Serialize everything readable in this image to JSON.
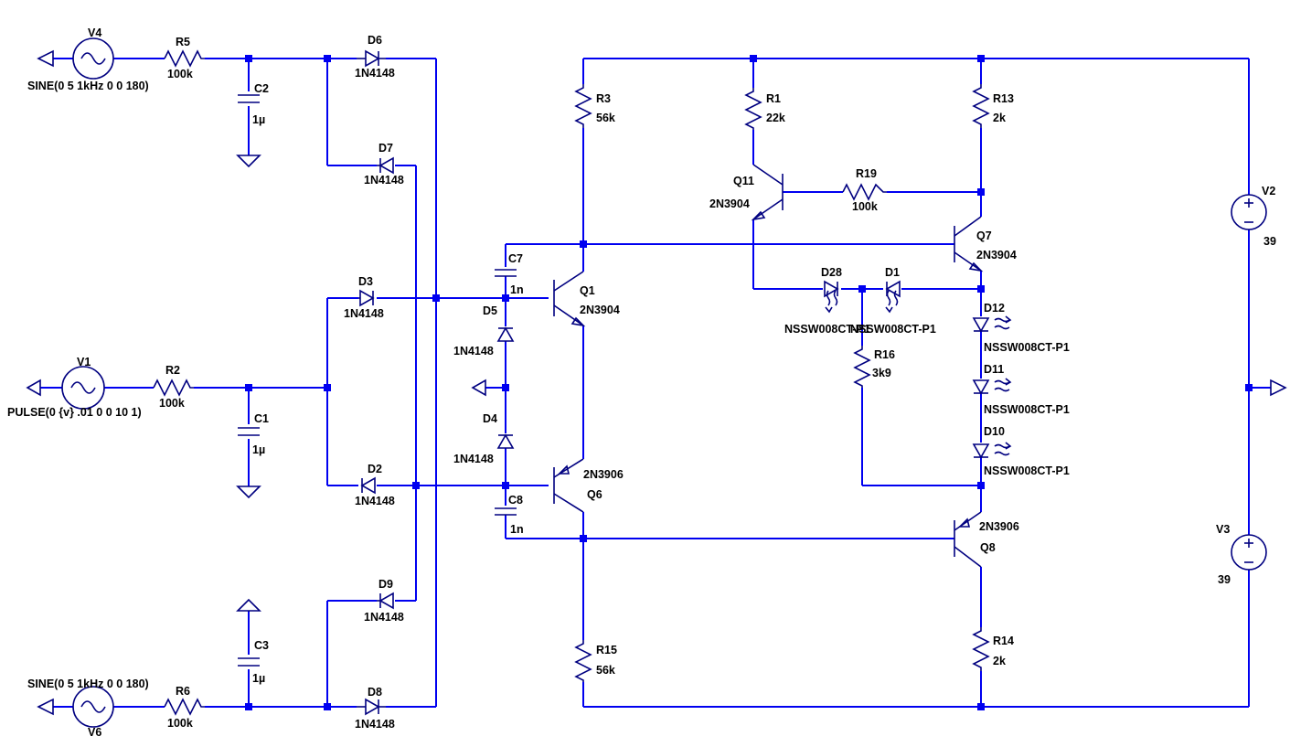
{
  "components": {
    "V4": {
      "name": "V4",
      "value": "SINE(0 5 1kHz 0 0 180)"
    },
    "V1": {
      "name": "V1",
      "value": "PULSE(0 {v} .01 0 0 10 1)"
    },
    "V6": {
      "name": "V6",
      "value": "SINE(0 5 1kHz 0 0 180)"
    },
    "V2": {
      "name": "V2",
      "value": "39"
    },
    "V3": {
      "name": "V3",
      "value": "39"
    },
    "R5": {
      "name": "R5",
      "value": "100k"
    },
    "R2": {
      "name": "R2",
      "value": "100k"
    },
    "R6": {
      "name": "R6",
      "value": "100k"
    },
    "R3": {
      "name": "R3",
      "value": "56k"
    },
    "R1": {
      "name": "R1",
      "value": "22k"
    },
    "R13": {
      "name": "R13",
      "value": "2k"
    },
    "R19": {
      "name": "R19",
      "value": "100k"
    },
    "R16": {
      "name": "R16",
      "value": "3k9"
    },
    "R15": {
      "name": "R15",
      "value": "56k"
    },
    "R14": {
      "name": "R14",
      "value": "2k"
    },
    "C2": {
      "name": "C2",
      "value": "1µ"
    },
    "C1": {
      "name": "C1",
      "value": "1µ"
    },
    "C3": {
      "name": "C3",
      "value": "1µ"
    },
    "C7": {
      "name": "C7",
      "value": "1n"
    },
    "C8": {
      "name": "C8",
      "value": "1n"
    },
    "D6": {
      "name": "D6",
      "value": "1N4148"
    },
    "D7": {
      "name": "D7",
      "value": "1N4148"
    },
    "D3": {
      "name": "D3",
      "value": "1N4148"
    },
    "D2": {
      "name": "D2",
      "value": "1N4148"
    },
    "D9": {
      "name": "D9",
      "value": "1N4148"
    },
    "D8": {
      "name": "D8",
      "value": "1N4148"
    },
    "D5": {
      "name": "D5",
      "value": "1N4148"
    },
    "D4": {
      "name": "D4",
      "value": "1N4148"
    },
    "D28": {
      "name": "D28",
      "value": "NSSW008CT-P1"
    },
    "D1": {
      "name": "D1",
      "value": "NSSW008CT-P1"
    },
    "D12": {
      "name": "D12",
      "value": "NSSW008CT-P1"
    },
    "D11": {
      "name": "D11",
      "value": "NSSW008CT-P1"
    },
    "D10": {
      "name": "D10",
      "value": "NSSW008CT-P1"
    },
    "Q1": {
      "name": "Q1",
      "value": "2N3904"
    },
    "Q6": {
      "name": "Q6",
      "value": "2N3906"
    },
    "Q11": {
      "name": "Q11",
      "value": "2N3904"
    },
    "Q7": {
      "name": "Q7",
      "value": "2N3904"
    },
    "Q8": {
      "name": "Q8",
      "value": "2N3906"
    }
  },
  "colors": {
    "wire": "#0000f0",
    "symbol": "#000080",
    "junction": "#0000f0",
    "background": "#ffffff",
    "text": "#000000"
  }
}
